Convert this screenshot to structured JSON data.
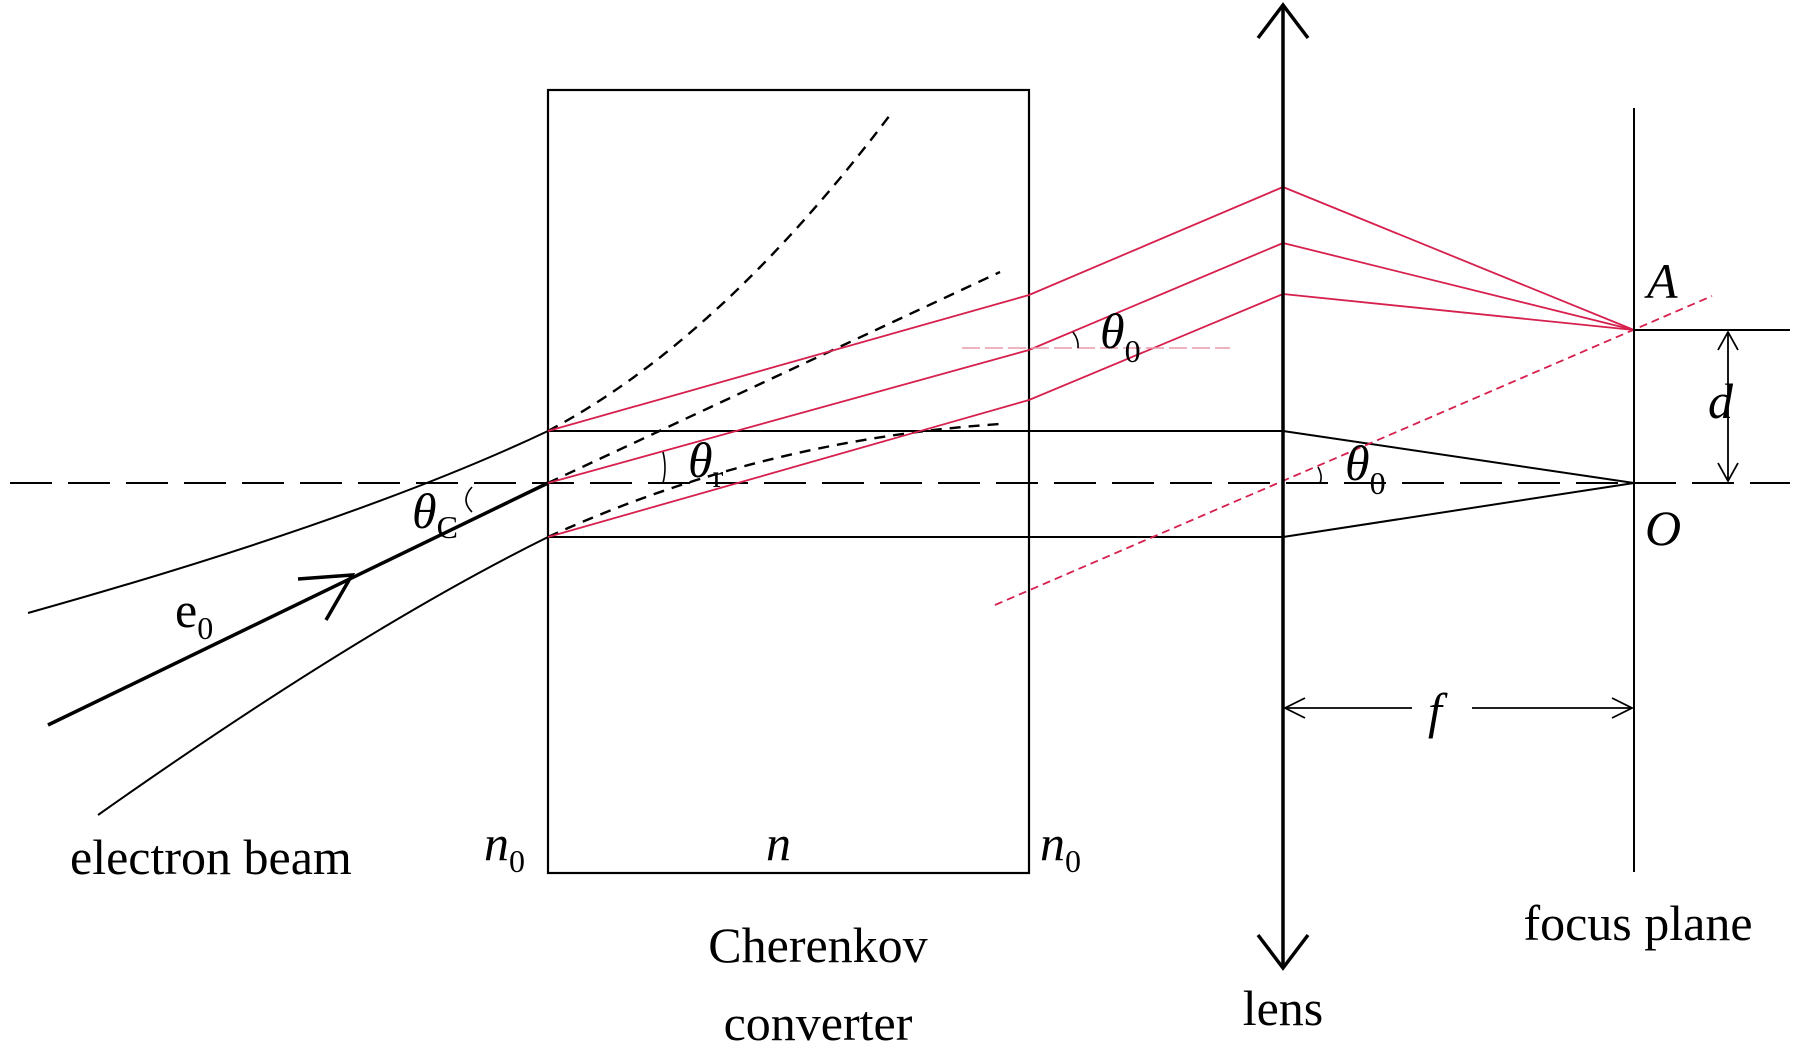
{
  "labels": {
    "electron_beam": "electron beam",
    "e0_main": "e",
    "e0_sub": "0",
    "theta_c_main": "θ",
    "theta_c_sub": "C",
    "theta_r_main": "θ",
    "theta_r_sub": "r",
    "theta_0_upper_main": "θ",
    "theta_0_upper_sub": "0",
    "theta_0_axis_main": "θ",
    "theta_0_axis_sub": "0",
    "n0_left_main": "n",
    "n0_left_sub": "0",
    "n_center": "n",
    "n0_right_main": "n",
    "n0_right_sub": "0",
    "cherenkov_line1": "Cherenkov",
    "cherenkov_line2": "converter",
    "lens": "lens",
    "focus_plane": "focus plane",
    "point_a": "A",
    "point_o": "O",
    "distance_d": "d",
    "focal_f": "f"
  },
  "colors": {
    "ink": "#000000",
    "ray_red": "#d6204e",
    "guide_pink": "#e89aaa"
  }
}
